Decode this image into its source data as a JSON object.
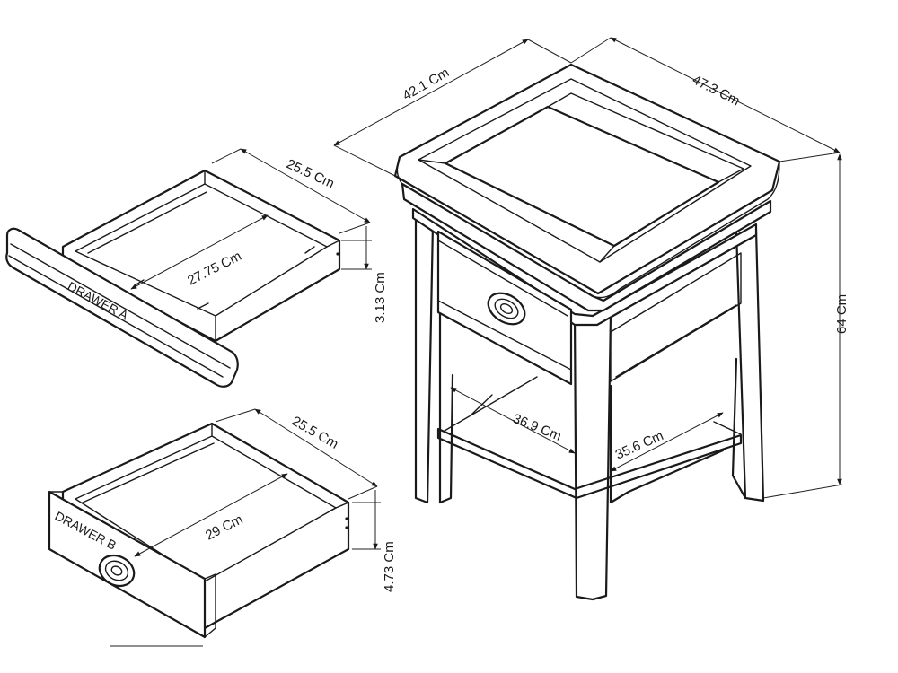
{
  "table": {
    "width_label": "42.1 Cm",
    "depth_label": "47.3 Cm",
    "height_label": "64 Cm",
    "shelf_width_label": "36.9 Cm",
    "shelf_depth_label": "35.6 Cm"
  },
  "drawer_a": {
    "name": "DRAWER A",
    "width_label": "25.5 Cm",
    "inner_label": "27.75 Cm",
    "height_label": "3.13 Cm"
  },
  "drawer_b": {
    "name": "DRAWER B",
    "width_label": "25.5 Cm",
    "inner_label": "29 Cm",
    "height_label": "4.73 Cm"
  },
  "icons": [
    "arrow-icon",
    "drawer-handle-icon"
  ]
}
